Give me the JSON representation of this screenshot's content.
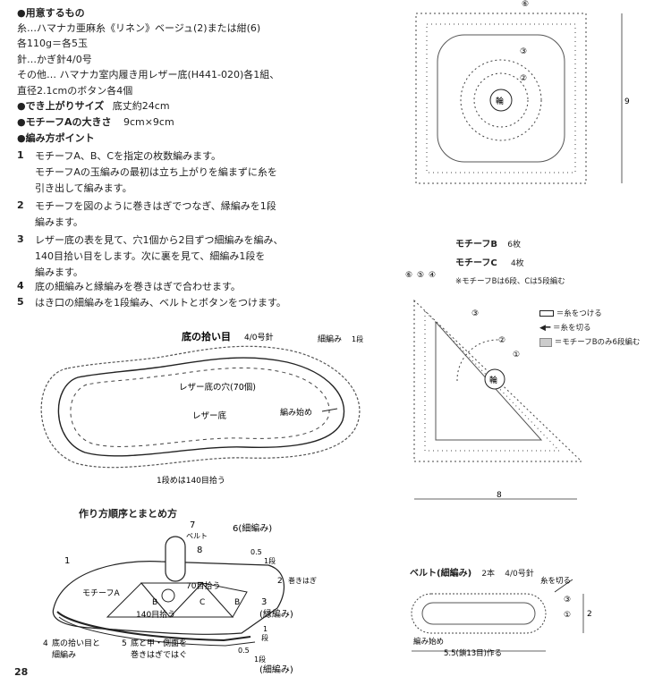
{
  "materials": {
    "heading": "●用意するもの",
    "line1": "糸…ハマナカ亜麻糸《リネン》ベージュ(2)または紺(6)",
    "line2": "各110g＝各5玉",
    "line3": "針…かぎ針4/0号",
    "line4": "その他… ハマナカ室内履き用レザー底(H441-020)各1組、",
    "line5": "直径2.1cmのボタン各4個"
  },
  "size": {
    "label": "●でき上がりサイズ",
    "value": "底丈約24cm"
  },
  "motif_size": {
    "label": "●モチーフAの大きさ",
    "value": "9cm×9cm"
  },
  "points": {
    "heading": "●編み方ポイント",
    "steps": [
      {
        "num": "1",
        "lines": [
          "モチーフA、B、Cを指定の枚数編みます。",
          "モチーフAの玉編みの最初は立ち上がりを編まずに糸を",
          "引き出して編みます。"
        ]
      },
      {
        "num": "2",
        "lines": [
          "モチーフを図のように巻きはぎでつなぎ、縁編みを1段",
          "編みます。"
        ]
      },
      {
        "num": "3",
        "lines": [
          "レザー底の表を見て、穴1個から2目ずつ細編みを編み、",
          "140目拾い目をします。次に裏を見て、細編み1段を",
          "編みます。"
        ]
      },
      {
        "num": "4",
        "lines": [
          "底の細編みと縁編みを巻きはぎで合わせます。"
        ]
      },
      {
        "num": "5",
        "lines": [
          "はき口の細編みを1段編み、ベルトとボタンをつけます。"
        ]
      }
    ]
  },
  "sole": {
    "title": "底の拾い目",
    "needle": "4/0号針",
    "sc_label": "細編み",
    "sc_rows": "1段",
    "holes": "レザー底の穴(70個)",
    "leather": "レザー底",
    "start": "編み始め",
    "count": "1段めは140目拾う"
  },
  "motifA": {
    "ring": "輪",
    "size": "9",
    "rounds": [
      "⑥",
      "③",
      "②"
    ]
  },
  "motifBC": {
    "b_label": "モチーフB",
    "b_count": "6枚",
    "c_label": "モチーフC",
    "c_count": "4枚",
    "note": "※モチーフBは6段、Cは5段編む",
    "arrows": [
      "⑥",
      "⑤",
      "④"
    ],
    "ring": "輪",
    "rounds": [
      "③",
      "②",
      "①"
    ],
    "size": "8",
    "legend": [
      "＝糸をつける",
      "＝糸を切る",
      "＝モチーフBのみ6段編む"
    ]
  },
  "assembly": {
    "title": "作り方順序とまとめ方",
    "n1": "1",
    "n7": "7",
    "belt": "ベルト",
    "n6": "6(細編み)",
    "n8": "8",
    "r05a": "0.5",
    "row1a": "1段",
    "n2": "2",
    "maki": "巻きはぎ",
    "pick70": "70目拾う",
    "motifA": "モチーフA",
    "B1": "B",
    "C": "C",
    "B2": "B",
    "pick140": "140目拾う",
    "n3": "3",
    "edge": "(縁編み)",
    "r1": "1",
    "row1b": "段",
    "n4": "4",
    "n4a": "底の拾い目と",
    "n4b": "細編み",
    "n5": "5",
    "n5a": "底と甲・側面を",
    "n5b": "巻きはぎではぐ",
    "r05b": "0.5",
    "row1c": "1段",
    "sc": "(細編み)"
  },
  "belt": {
    "title": "ベルト(細編み)",
    "count": "2本",
    "needle": "4/0号針",
    "cut": "糸を切る",
    "start": "編み始め",
    "width": "2",
    "length": "5.5(鎖13目)作る",
    "rounds": [
      "③",
      "①"
    ]
  },
  "page_number": "28"
}
